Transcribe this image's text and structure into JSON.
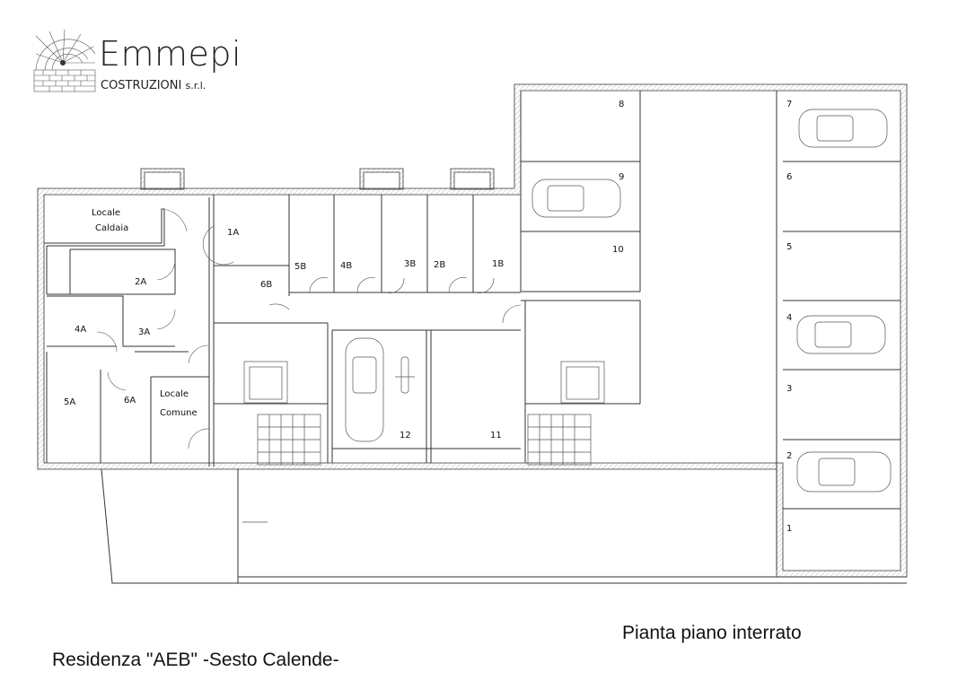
{
  "logo": {
    "name": "Emmepi",
    "subtitle": "COSTRUZIONI",
    "suffix": "s.r.l."
  },
  "plan_title": "Pianta piano interrato",
  "project_title": "Residenza \"AEB\" -Sesto Calende-",
  "rooms": {
    "locale_caldaia": [
      "Locale",
      "Caldaia"
    ],
    "locale_comune": [
      "Locale",
      "Comune"
    ],
    "cellars": [
      "1A",
      "2A",
      "3A",
      "4A",
      "5A",
      "6A",
      "1B",
      "2B",
      "3B",
      "4B",
      "5B",
      "6B"
    ]
  },
  "parking": [
    "1",
    "2",
    "3",
    "4",
    "5",
    "6",
    "7",
    "8",
    "9",
    "10",
    "11",
    "12"
  ]
}
